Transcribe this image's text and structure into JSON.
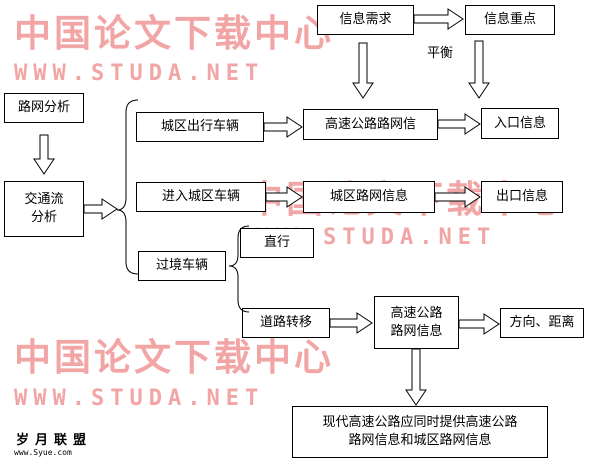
{
  "watermark": {
    "chinese": "中国论文下载中心",
    "url": "WWW.STUDA.NET"
  },
  "logo": {
    "text": "岁月联盟",
    "url": "www.Syue.com"
  },
  "nodes": {
    "route_analysis": "路网分析",
    "traffic_analysis": "交通流\n分析",
    "city_outbound": "城区出行车辆",
    "city_inbound": "进入城区车辆",
    "transit": "过境车辆",
    "straight": "直行",
    "road_transfer": "道路转移",
    "info_demand": "信息需求",
    "info_focus": "信息重点",
    "balance": "平衡",
    "highway_info": "高速公路路网信",
    "city_road_info": "城区路网信息",
    "highway_info_2": "高速公路\n路网信息",
    "entry_info": "入口信息",
    "exit_info": "出口信息",
    "direction_distance": "方向、距离",
    "modern_highway": "现代高速公路应同时提供高速公路\n路网信息和城区路网信息"
  }
}
